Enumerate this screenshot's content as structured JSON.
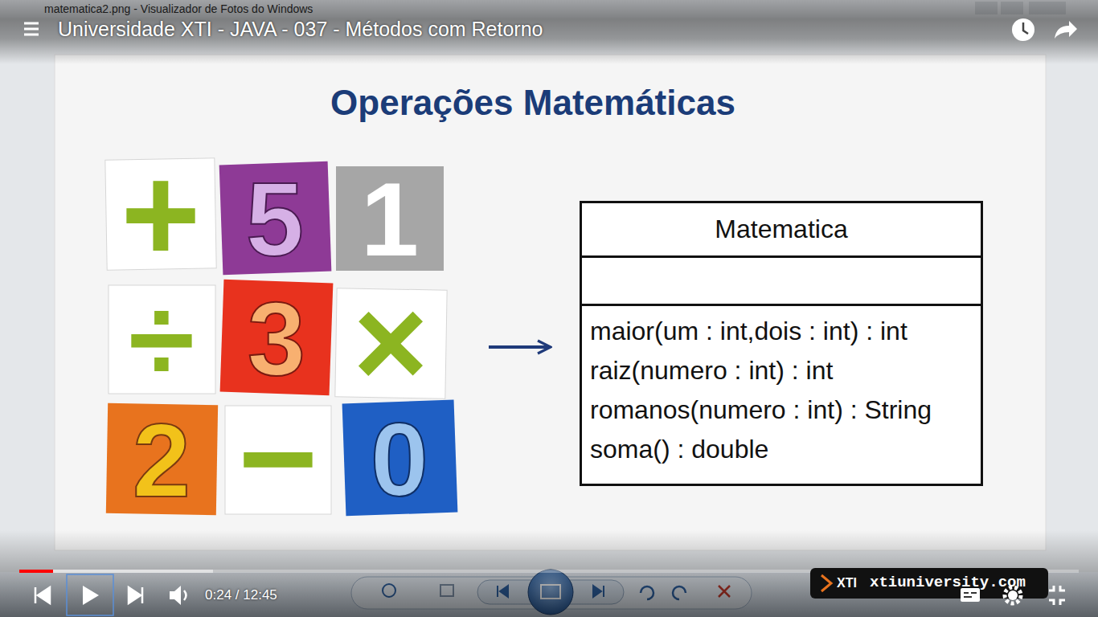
{
  "diagram": {
    "title": "Operações Matemáticas",
    "nodes": [
      {
        "text": [
          "Matematica",
          "maior(um : int,dois : int) : int",
          "raiz(numero : int) : int",
          "romanos(numero : int) : String",
          "soma() : double"
        ]
      }
    ],
    "labels": [
      "matematica2.png - Visualizador de Fotos do Windows",
      "Universidade XTI - JAVA - 037 - Métodos com Retorno",
      "+",
      "5",
      "1",
      "÷",
      "3",
      "×",
      "2",
      "−",
      "0",
      "0:24 / 12:45",
      "XTI",
      "xtiuniversity.com"
    ]
  }
}
